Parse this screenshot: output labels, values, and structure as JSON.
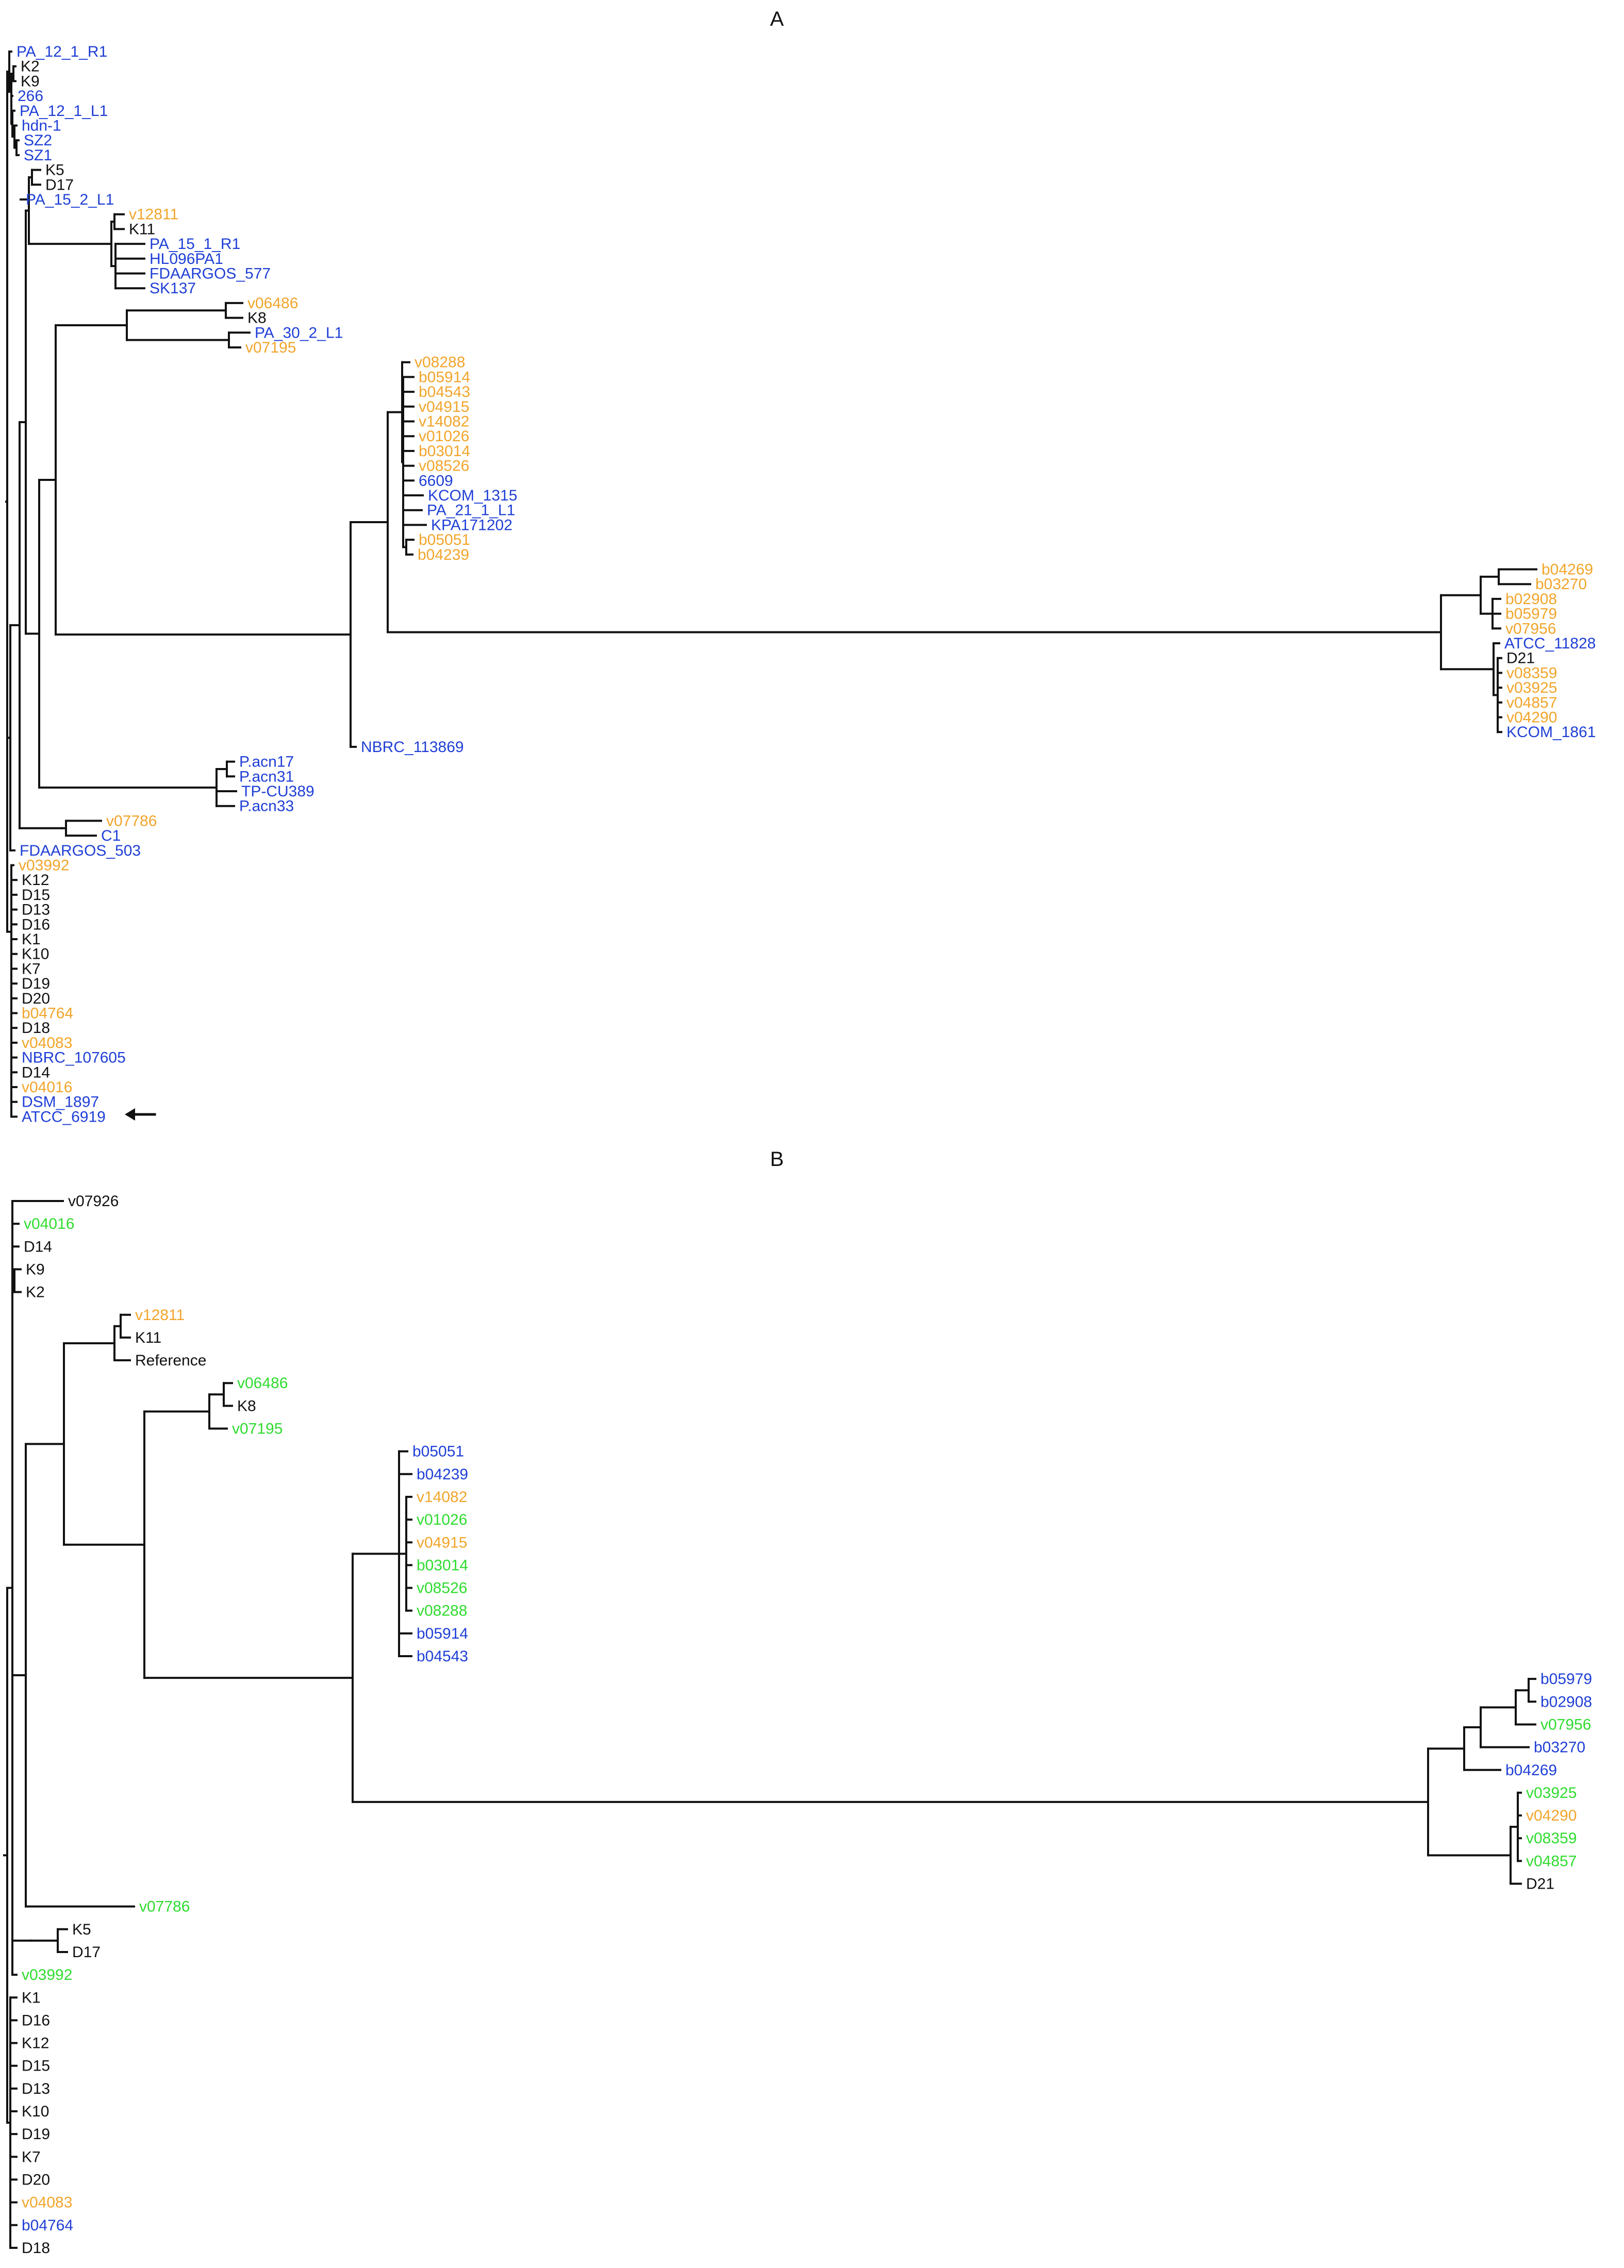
{
  "colors": {
    "blue": "#1f3fd6",
    "orange": "#f2a52b",
    "green": "#2fdc2f",
    "black": "#111111"
  },
  "panels": [
    {
      "label": "A",
      "leaves": [
        {
          "name": "PA_12_1_R1",
          "color": "blue"
        },
        {
          "name": "K2",
          "color": "black"
        },
        {
          "name": "K9",
          "color": "black"
        },
        {
          "name": "266",
          "color": "blue"
        },
        {
          "name": "PA_12_1_L1",
          "color": "blue"
        },
        {
          "name": "hdn-1",
          "color": "blue"
        },
        {
          "name": "SZ2",
          "color": "blue"
        },
        {
          "name": "SZ1",
          "color": "blue"
        },
        {
          "name": "K5",
          "color": "black"
        },
        {
          "name": "D17",
          "color": "black"
        },
        {
          "name": "PA_15_2_L1",
          "color": "blue"
        },
        {
          "name": "v12811",
          "color": "orange"
        },
        {
          "name": "K11",
          "color": "black"
        },
        {
          "name": "PA_15_1_R1",
          "color": "blue"
        },
        {
          "name": "HL096PA1",
          "color": "blue"
        },
        {
          "name": "FDAARGOS_577",
          "color": "blue"
        },
        {
          "name": "SK137",
          "color": "blue"
        },
        {
          "name": "v06486",
          "color": "orange"
        },
        {
          "name": "K8",
          "color": "black"
        },
        {
          "name": "PA_30_2_L1",
          "color": "blue"
        },
        {
          "name": "v07195",
          "color": "orange"
        },
        {
          "name": "v08288",
          "color": "orange"
        },
        {
          "name": "b05914",
          "color": "orange"
        },
        {
          "name": "b04543",
          "color": "orange"
        },
        {
          "name": "v04915",
          "color": "orange"
        },
        {
          "name": "v14082",
          "color": "orange"
        },
        {
          "name": "v01026",
          "color": "orange"
        },
        {
          "name": "b03014",
          "color": "orange"
        },
        {
          "name": "v08526",
          "color": "orange"
        },
        {
          "name": "6609",
          "color": "blue"
        },
        {
          "name": "KCOM_1315",
          "color": "blue"
        },
        {
          "name": "PA_21_1_L1",
          "color": "blue"
        },
        {
          "name": "KPA171202",
          "color": "blue"
        },
        {
          "name": "b05051",
          "color": "orange"
        },
        {
          "name": "b04239",
          "color": "orange"
        },
        {
          "name": "b04269",
          "color": "orange"
        },
        {
          "name": "b03270",
          "color": "orange"
        },
        {
          "name": "b02908",
          "color": "orange"
        },
        {
          "name": "b05979",
          "color": "orange"
        },
        {
          "name": "v07956",
          "color": "orange"
        },
        {
          "name": "ATCC_11828",
          "color": "blue"
        },
        {
          "name": "D21",
          "color": "black"
        },
        {
          "name": "v08359",
          "color": "orange"
        },
        {
          "name": "v03925",
          "color": "orange"
        },
        {
          "name": "v04857",
          "color": "orange"
        },
        {
          "name": "v04290",
          "color": "orange"
        },
        {
          "name": "KCOM_1861",
          "color": "blue"
        },
        {
          "name": "NBRC_113869",
          "color": "blue"
        },
        {
          "name": "P.acn17",
          "color": "blue"
        },
        {
          "name": "P.acn31",
          "color": "blue"
        },
        {
          "name": "TP-CU389",
          "color": "blue"
        },
        {
          "name": "P.acn33",
          "color": "blue"
        },
        {
          "name": "v07786",
          "color": "orange"
        },
        {
          "name": "C1",
          "color": "blue"
        },
        {
          "name": "FDAARGOS_503",
          "color": "blue"
        },
        {
          "name": "v03992",
          "color": "orange"
        },
        {
          "name": "K12",
          "color": "black"
        },
        {
          "name": "D15",
          "color": "black"
        },
        {
          "name": "D13",
          "color": "black"
        },
        {
          "name": "D16",
          "color": "black"
        },
        {
          "name": "K1",
          "color": "black"
        },
        {
          "name": "K10",
          "color": "black"
        },
        {
          "name": "K7",
          "color": "black"
        },
        {
          "name": "D19",
          "color": "black"
        },
        {
          "name": "D20",
          "color": "black"
        },
        {
          "name": "b04764",
          "color": "orange"
        },
        {
          "name": "D18",
          "color": "black"
        },
        {
          "name": "v04083",
          "color": "orange"
        },
        {
          "name": "NBRC_107605",
          "color": "blue"
        },
        {
          "name": "D14",
          "color": "black"
        },
        {
          "name": "v04016",
          "color": "orange"
        },
        {
          "name": "DSM_1897",
          "color": "blue"
        },
        {
          "name": "ATCC_6919",
          "color": "blue"
        }
      ]
    },
    {
      "label": "B",
      "leaves": [
        {
          "name": "v07926",
          "color": "black"
        },
        {
          "name": "v04016",
          "color": "green"
        },
        {
          "name": "D14",
          "color": "black"
        },
        {
          "name": "K9",
          "color": "black"
        },
        {
          "name": "K2",
          "color": "black"
        },
        {
          "name": "v12811",
          "color": "orange"
        },
        {
          "name": "K11",
          "color": "black"
        },
        {
          "name": "Reference",
          "color": "black"
        },
        {
          "name": "v06486",
          "color": "green"
        },
        {
          "name": "K8",
          "color": "black"
        },
        {
          "name": "v07195",
          "color": "green"
        },
        {
          "name": "b05051",
          "color": "blue"
        },
        {
          "name": "b04239",
          "color": "blue"
        },
        {
          "name": "v14082",
          "color": "orange"
        },
        {
          "name": "v01026",
          "color": "green"
        },
        {
          "name": "v04915",
          "color": "orange"
        },
        {
          "name": "b03014",
          "color": "green"
        },
        {
          "name": "v08526",
          "color": "green"
        },
        {
          "name": "v08288",
          "color": "green"
        },
        {
          "name": "b05914",
          "color": "blue"
        },
        {
          "name": "b04543",
          "color": "blue"
        },
        {
          "name": "b05979",
          "color": "blue"
        },
        {
          "name": "b02908",
          "color": "blue"
        },
        {
          "name": "v07956",
          "color": "green"
        },
        {
          "name": "b03270",
          "color": "blue"
        },
        {
          "name": "b04269",
          "color": "blue"
        },
        {
          "name": "v03925",
          "color": "green"
        },
        {
          "name": "v04290",
          "color": "orange"
        },
        {
          "name": "v08359",
          "color": "green"
        },
        {
          "name": "v04857",
          "color": "green"
        },
        {
          "name": "D21",
          "color": "black"
        },
        {
          "name": "v07786",
          "color": "green"
        },
        {
          "name": "K5",
          "color": "black"
        },
        {
          "name": "D17",
          "color": "black"
        },
        {
          "name": "v03992",
          "color": "green"
        },
        {
          "name": "K1",
          "color": "black"
        },
        {
          "name": "D16",
          "color": "black"
        },
        {
          "name": "K12",
          "color": "black"
        },
        {
          "name": "D15",
          "color": "black"
        },
        {
          "name": "D13",
          "color": "black"
        },
        {
          "name": "K10",
          "color": "black"
        },
        {
          "name": "D19",
          "color": "black"
        },
        {
          "name": "K7",
          "color": "black"
        },
        {
          "name": "D20",
          "color": "black"
        },
        {
          "name": "v04083",
          "color": "orange"
        },
        {
          "name": "b04764",
          "color": "blue"
        },
        {
          "name": "D18",
          "color": "black"
        }
      ]
    }
  ]
}
